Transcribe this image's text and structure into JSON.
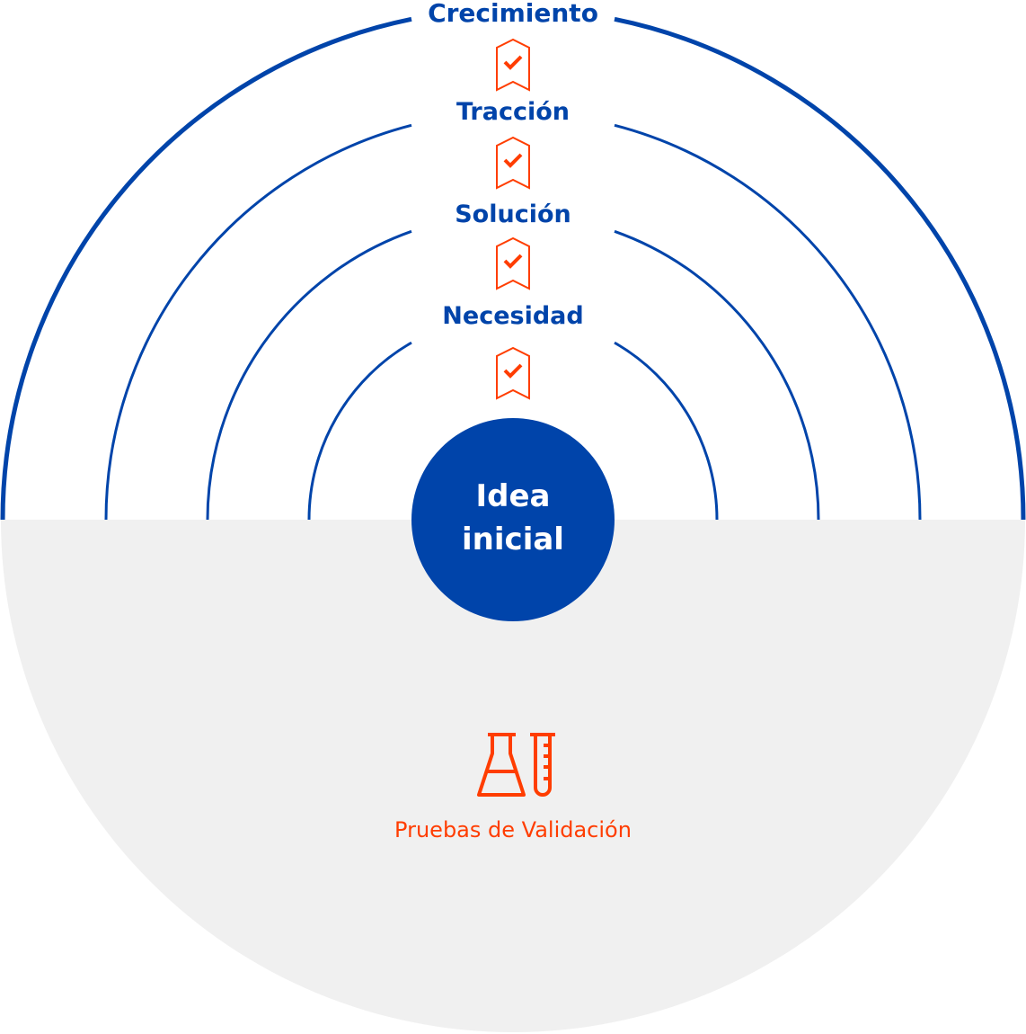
{
  "stages": [
    {
      "label": "Necesidad",
      "icon": "badge-check-icon"
    },
    {
      "label": "Solución",
      "icon": "badge-check-icon"
    },
    {
      "label": "Tracción",
      "icon": "badge-check-icon"
    },
    {
      "label": "Crecimiento",
      "icon": "badge-check-icon"
    }
  ],
  "center": {
    "line1": "Idea",
    "line2": "inicial"
  },
  "bottom": {
    "label": "Pruebas de Validación",
    "icon": "lab-flask-tube-icon"
  },
  "colors": {
    "blue": "#0044aa",
    "orange": "#ff3d00",
    "gray": "#f0f0f0"
  }
}
